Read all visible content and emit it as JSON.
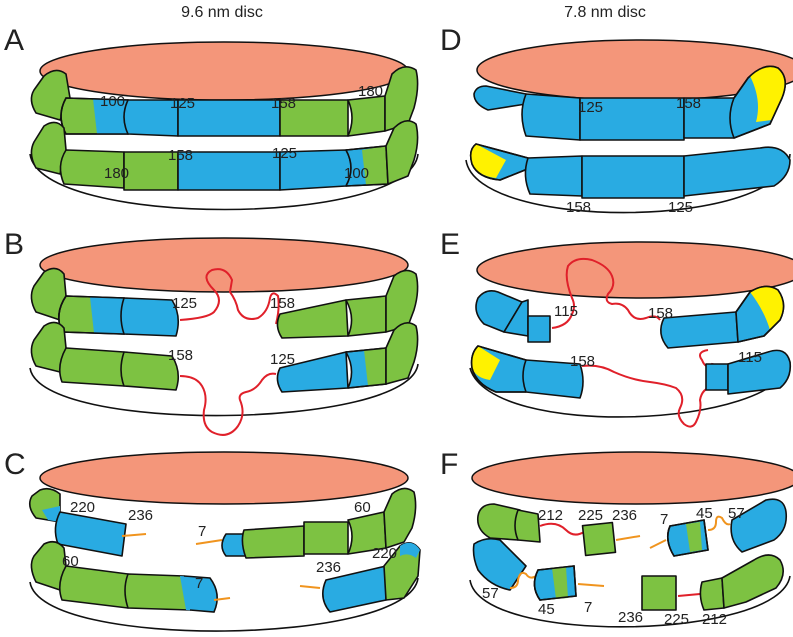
{
  "titles": {
    "left": "9.6 nm disc",
    "right": "7.8 nm disc"
  },
  "panels": {
    "A": {
      "letter": "A",
      "labels": [
        "100",
        "125",
        "158",
        "180",
        "158",
        "125",
        "180",
        "100"
      ]
    },
    "B": {
      "letter": "B",
      "labels": [
        "125",
        "158",
        "158",
        "125"
      ]
    },
    "C": {
      "letter": "C",
      "labels": [
        "220",
        "236",
        "7",
        "60",
        "60",
        "7",
        "236",
        "220"
      ]
    },
    "D": {
      "letter": "D",
      "labels": [
        "125",
        "158",
        "158",
        "125"
      ]
    },
    "E": {
      "letter": "E",
      "labels": [
        "115",
        "158",
        "158",
        "115"
      ]
    },
    "F": {
      "letter": "F",
      "labels": [
        "212",
        "225",
        "236",
        "7",
        "45",
        "57",
        "57",
        "45",
        "7",
        "236",
        "225",
        "212"
      ]
    }
  },
  "colors": {
    "helix_green": "#7dc242",
    "helix_blue": "#29abe2",
    "helix_yellow": "#fff200",
    "lipid_disc": "#f4967a",
    "loop_red": "#e0202a",
    "tail_orange": "#f0941e"
  }
}
